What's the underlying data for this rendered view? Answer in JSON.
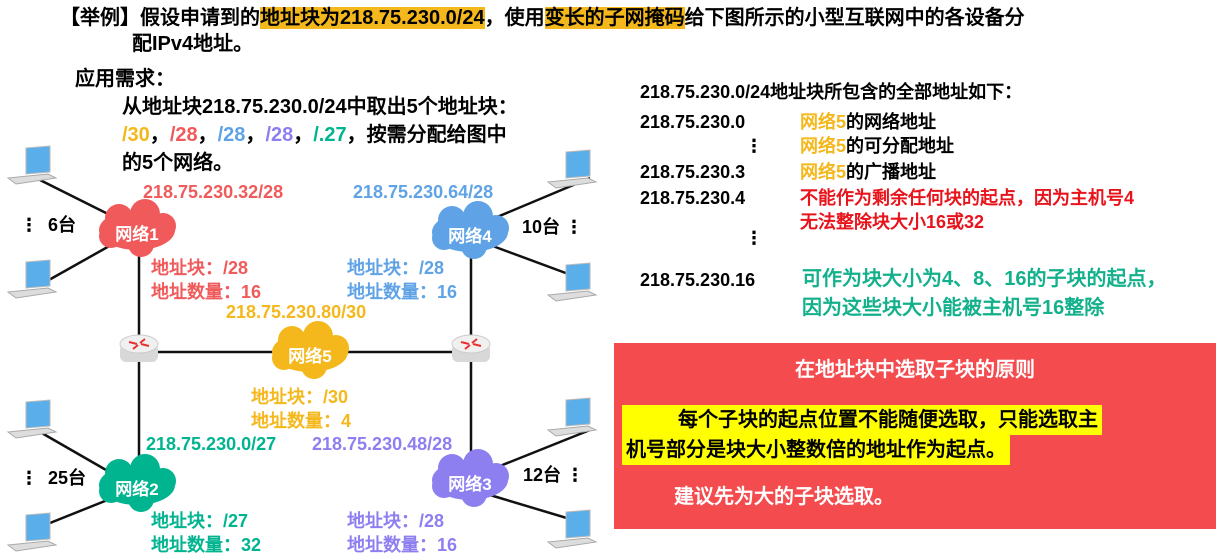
{
  "title": {
    "prefix": "【举例】假设申请到的",
    "hl1": "地址块为218.75.230.0/24",
    "mid": "，使用",
    "hl2": "变长的子网掩码",
    "suffix": "给下图所示的小型互联网中的各设备分",
    "line2": "配IPv4地址。"
  },
  "requirement": {
    "heading": "应用需求：",
    "line1": "从地址块218.75.230.0/24中取出5个地址块：",
    "blocks": [
      "/30",
      "/28",
      "/28",
      "/28",
      "/.27"
    ],
    "sep": "，",
    "line2_tail": "，按需分配给图中",
    "line3": "的5个网络。"
  },
  "networks": [
    {
      "name": "网络1",
      "prefix": "218.75.230.32/28",
      "block": "地址块：/28",
      "count": "地址数量：16",
      "hosts": "6台",
      "color": "#f05a5a"
    },
    {
      "name": "网络4",
      "prefix": "218.75.230.64/28",
      "block": "地址块：/28",
      "count": "地址数量：16",
      "hosts": "10台",
      "color": "#5fa3e6"
    },
    {
      "name": "网络5",
      "prefix": "218.75.230.80/30",
      "block": "地址块：/30",
      "count": "地址数量：4",
      "color": "#f4b81c"
    },
    {
      "name": "网络2",
      "prefix": "218.75.230.0/27",
      "block": "地址块：/27",
      "count": "地址数量：32",
      "hosts": "25台",
      "color": "#00b48f"
    },
    {
      "name": "网络3",
      "prefix": "218.75.230.48/28",
      "block": "地址块：/28",
      "count": "地址数量：16",
      "hosts": "12台",
      "color": "#8d7ff0"
    }
  ],
  "ellipsis": "⋮",
  "addresses": {
    "heading": "218.75.230.0/24地址块所包含的全部地址如下：",
    "rows": [
      {
        "addr": "218.75.230.0",
        "net": "网络5",
        "desc": "的网络地址"
      },
      {
        "addr": "",
        "net": "网络5",
        "desc": "的可分配地址"
      },
      {
        "addr": "218.75.230.3",
        "net": "网络5",
        "desc": "的广播地址"
      }
    ],
    "addr4": "218.75.230.4",
    "note4a": "不能作为剩余任何块的起点，因为主机号4",
    "note4b": "无法整除块大小16或32",
    "addr16": "218.75.230.16",
    "note16a": "可作为块大小为4、8、16的子块的起点，",
    "note16b": "因为这些块大小能被主机号16整除"
  },
  "principle": {
    "title": "在地址块中选取子块的原则",
    "line1": "每个子块的起点位置不能随便选取，只能选取主",
    "line2": "机号部分是块大小整数倍的地址作为起点。",
    "line3": "建议先为大的子块选取。"
  }
}
